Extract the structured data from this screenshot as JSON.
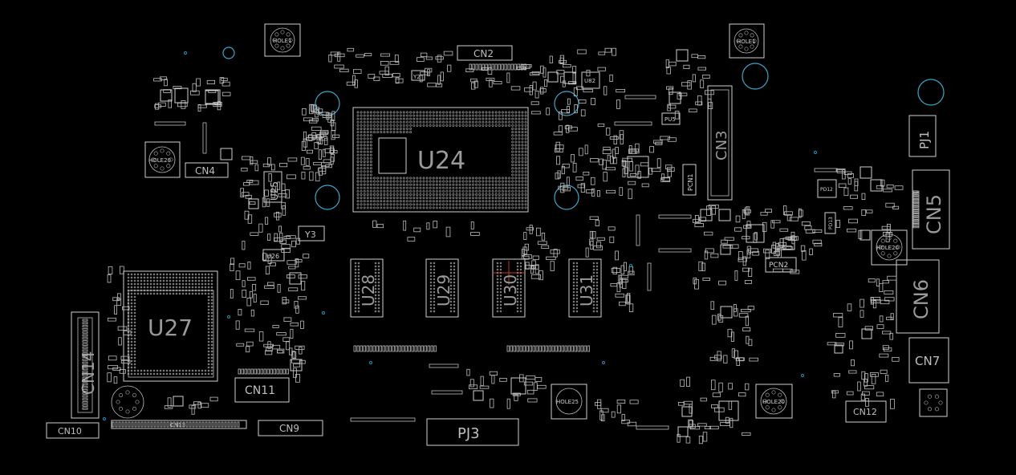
{
  "colors": {
    "background": "#000000",
    "outline": "#cfcfcf",
    "label_large": "#9a9a9a",
    "via": "#3aa7c9",
    "marker": "#c0392b"
  },
  "board": {
    "components": {
      "u24": "U24",
      "u27": "U27",
      "u28": "U28",
      "u29": "U29",
      "u30": "U30",
      "u31": "U31",
      "u25": "U25",
      "u26": "U26",
      "u82": "U82",
      "y2": "Y2",
      "y3": "Y3"
    },
    "connectors": {
      "cn2": "CN2",
      "cn3": "CN3",
      "cn4": "CN4",
      "cn5": "CN5",
      "cn6": "CN6",
      "cn7": "CN7",
      "cn9": "CN9",
      "cn10": "CN10",
      "cn11": "CN11",
      "cn12": "CN12",
      "cn13": "CN13",
      "cn14": "CN14",
      "pj1": "PJ1",
      "pj3": "PJ3",
      "pcn1": "PCN1",
      "pcn2": "PCN2",
      "pu5": "PU5",
      "pd12": "PD12",
      "pd13": "PD13"
    },
    "holes": {
      "hole_top_left": "HOLE1",
      "hole_top_right": "HOLE1",
      "hole_left": "HOLE20",
      "hole_right": "HOLE20",
      "hole_bottom_center": "HOLE25",
      "hole_bottom_right": "HOLE20"
    }
  }
}
